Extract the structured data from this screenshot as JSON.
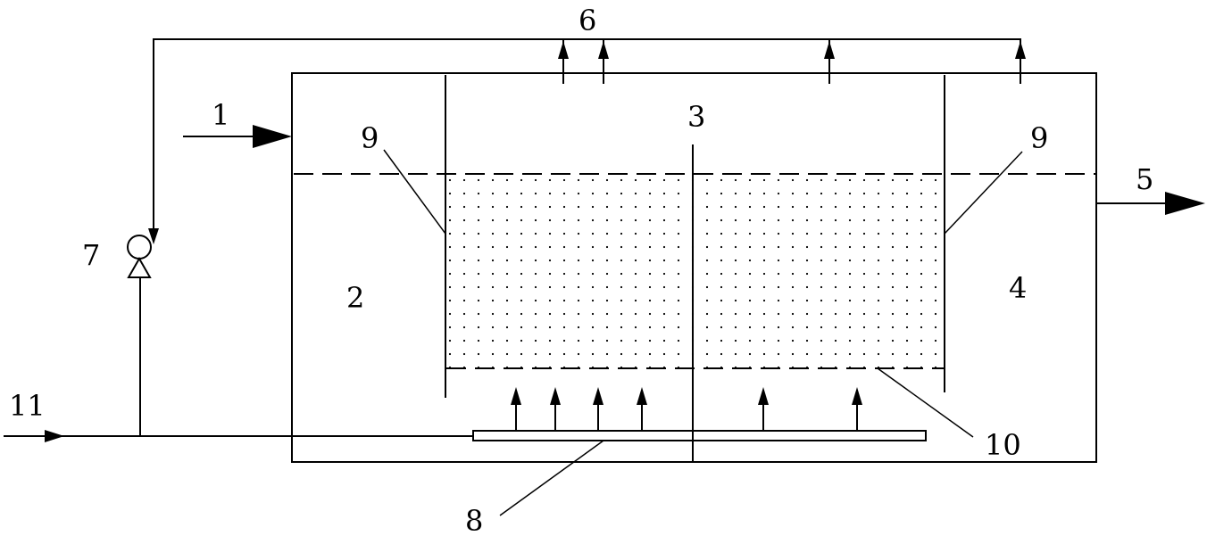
{
  "labels": {
    "inlet": "1",
    "zone_left": "2",
    "zone_center": "3",
    "zone_right": "4",
    "outlet": "5",
    "gas_out": "6",
    "pump": "7",
    "aerator": "8",
    "baffle_left": "9",
    "baffle_right": "9",
    "bed_support": "10",
    "air_in": "11"
  }
}
